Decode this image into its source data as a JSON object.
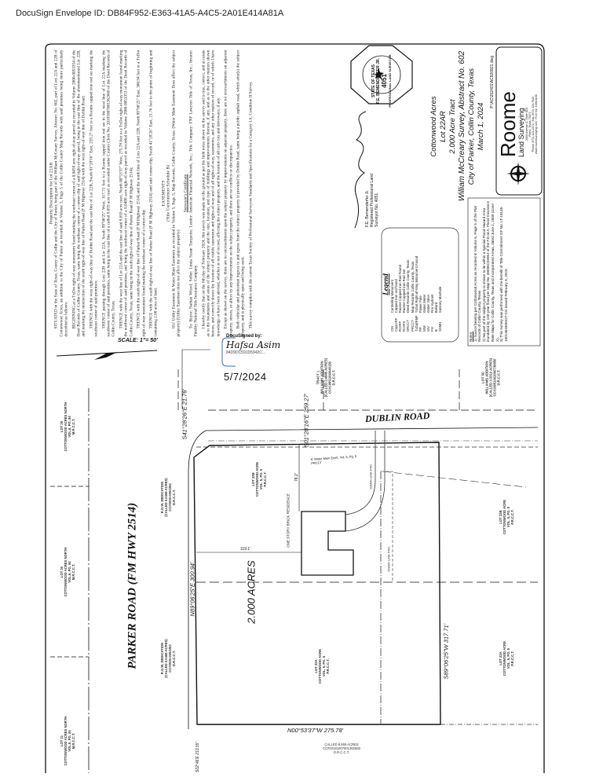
{
  "envelope_header": "DocuSign Envelope ID: DB84F952-E363-41A5-A4C5-2A01E414A81A",
  "description": {
    "heading": "Property Description for Lot 22AR",
    "paragraphs": [
      "SITUATED in the State of Texas, County of Collin and the City of Parker, being part of the William McCreary Survey, Abstract No. 602, part of Lots 22A and 22B of Cottonwood Acres, an addition to the City of Parker as recorded in Volume 5, Page 5 of the Collin County Map Records with said premises being more particularly described as follows:",
      "BEGINNING at a TxDot right-of-way monument found marking the southeast corner of a 0.0458 acre right-of-way parcel as recorded in Volume 2000-0053354 of the Deed Records of Collin County, Texas, same being the southeast corner of a corner-clip of said right-of-way parcel, being in the east line of the aforementioned Lot 22B, and marking the intersection of the south right-of-way line of Parker Road (F M Highway 2514) with the west right-of-way line of Dublin Road;",
      "THENCE with the west right-of-way line of Dublin Road and the east line of Lot 22B, South 01°28'16\" East, 259.27 feet to a Roome capped iron rod set marking the southeast corner of said premises;",
      "THENCE passing through Lots 22B and Lot 22A, South 89°06'25\" West, 317.71 feet to a Roome capped iron rod set in the west line of Lot 22A marking the southwest corner of said premises, same being in the east line of a called 8.659 acre tract as recorded under County Clerk No. 20181007001362660 of the Deed Records of Collin County, Texas;",
      "THENCE with the west line of Lot 22A and the east line of said 8.659 acre tract, North 00°53'37\" West, 275.78 feet to a TxDot right-of-way monument found marking the northwest corner of said premises, and being the southwest corner of a 0.0488 acre right-of-way parcel as recorded in Volume 2000-0053353 of the Deed Records of Collin County, Texas, same being in the south right-of-way line of Parker Road (F M Highway 2514);",
      "THENCE with the south right-of-way line of Parker Road (F M Highway 2514) and the north line of Lots 22A and 22B, North 89°06'25\" East, 300.94 feet to a TxDot right-of-way monument found marking the northeast corner of a corner-clip;",
      "THENCE with the south right-of-way line of Parker Road (F M Highway 2514) and said corner-clip, South 41°28'26\" East, 21.76 feet to the point of beginning and containing 2.00 acres of land."
    ],
    "easements_heading": "EASEMENTS",
    "easements_sub": "(Title Commitment Schedule B)",
    "easements_text": "10.f Utility Easement & Water Main Easement as recorded in Volume 5, Page 5, Map Records, Collin County, Texas. (Water Main Easement Does affect the subject property) (Utility Easement does not affect the subject property)",
    "certificate_heading": "Surveyor's Certificate",
    "certificate_paragraphs": [
      "To: Buyer: Nathan Witzel; Seller: Linda Susan Turquette; Lender: American Financial Network, Inc.; Title Company: FNF Lawyers Title of Texas, Inc.; Insurer: Fidelity National Title Insurance Company.",
      "I hereby certify that on the 6th day of February 2024, this survey was made on the ground as per the field notes shown on the survey and is true, correct, and accurate as to the boundaries and areas of the subject property and the size, location, and type of buildings and improvements thereon, if any, and as to the other matters shown hereon, and correctly shows the location of all visible easements and rights-of-way and of all rights-of-way, easements, and any other matters of record, or of which I have knowledge or have been advised, whether or not of record, affecting the subject property, and the location of all curb cuts and driveways, if any.",
      "Except as shown on the survey, there are no encroachments upon the subject property by improvements on adjacent property, there are no encroachments on adjacent property, streets, or alleys by any improvements on the subject property, and there are no conflicts or discrepancies.",
      "Both vehicular and pedestrian ingress to and egress from the subject property is provided by Dublin Road, same being a public asphalt road, which abut(s) the subject property, and is physically open and being used.",
      "This survey complies with the current Texas Society of Professional Surveyors Standards and Specifications for a Category 1A, Condition II Survey."
    ]
  },
  "surveyor": {
    "name": "F.E. Bemenderfer Jr.",
    "title": "Registered Professional Land",
    "number": "Surveyor No. 4051",
    "seal_top": "STATE OF TEXAS",
    "seal_name": "F.E. BEMENDERFER JR.",
    "seal_number": "4051",
    "seal_bottom": "PROFESSIONAL LAND SURVEYOR"
  },
  "title_block": {
    "lines": [
      "Cottonwood Acres",
      "Lot 22AR",
      "2.000 Acre Tract",
      "William McCreary Survey, Abstract No. 602",
      "City of Parker, Collin County, Texas",
      "March 1, 2024"
    ],
    "file_path": "P:\\AC\\202401\\AC920821.dwg"
  },
  "company": {
    "name": "Roome",
    "tagline": "Land Surveying",
    "address1": "2000 Avenue G, Suite 810",
    "address2": "Plano, Texas 75074",
    "phone": "Phone (972) 423-4372 / Fax (972) 423-7523",
    "web": "www.roomesurveying.com / Firm No. 10013100"
  },
  "notes": {
    "heading": "Notes:",
    "items": [
      "1) Source bearing per Cottonwood Acres as recorded in Volume 5, Page 5 of the Plat Records of Collin County, Texas.",
      "2) No part of the subject property is shown to lie within a Special Flood Hazard Area inundated by 100-year flood per Map No. 48085C0395J of the F.E.M.A. Flood Insurance Rate Maps for Collin County, Texas and Incorporated Areas, dated June 2, 2009 (Zone X).",
      "3) This survey was performed with the benefit of Title Commitment GF No. LT-19135-1901353300427-CG issued February 8, 2024."
    ]
  },
  "legend": {
    "heading": "Legend",
    "items": [
      [
        "CM",
        "Controlling Monument"
      ],
      [
        "CapLIRF",
        "Capped Iron rod found"
      ],
      [
        "RCIRF",
        "Roome Capped Iron Rod Found"
      ],
      [
        "RCIRS",
        "Roome Capped Iron Rod Set"
      ],
      [
        "DRCCT",
        "Deed Records Collin County, Texas"
      ],
      [
        "PRCCT",
        "Map Records Collin County, Texas"
      ],
      [
        "TxDotRMF",
        "TxDot Right-of-Way Monument Found"
      ],
      [
        "PP",
        "Power Pole"
      ],
      [
        "WM",
        "Water Meter"
      ],
      [
        "WV",
        "Water Valve"
      ],
      [
        "FH",
        "Fire Hydrant"
      ],
      [
        "B",
        "Bollard"
      ],
      [
        "SSMH",
        "Sanitary Manhole"
      ]
    ]
  },
  "scale": "SCALE: 1\"= 50'",
  "docusign": {
    "label": "DocuSigned by:",
    "signer": "Hafsa Asim",
    "id": "84D9DC591D5942C...",
    "date": "5/7/2024"
  },
  "plat": {
    "parker_road": "PARKER ROAD (FM HWY 2514)",
    "dublin_road": "DUBLIN ROAD",
    "acreage": "2.000 ACRES",
    "bearing_north": "N89°06'25\"E  300.94'",
    "bearing_east": "S01°28'16\"E  259.27'",
    "bearing_south": "S89°06'25\"W  317.71'",
    "bearing_west": "N00°53'37\"W  275.78'",
    "bearing_clip": "S41°28'26\"E  21.76'",
    "bearing_sw": "S02°46'E  210.55'",
    "residence": "ONE STORY BRICK RESIDENCE",
    "dim_119": "119.1'",
    "dim_78": "78.2'",
    "water_main": "5' Water Main Esmt. Vol. 5, Pg. 5 PRCCT",
    "chain_fence": "CHAIN LINK FNC.",
    "called_tract": [
      "CALLED 8.659 ACRES",
      "CC#20181007001362660",
      "D.R.C.C.T."
    ],
    "lots_left": [
      [
        "LOT 29",
        "COTTONWOOD ACRES NORTH",
        "VOL.6, PG. 84",
        "M.R.C.C.T."
      ],
      [
        "LOT 30",
        "COTTONWOOD ACRES NORTH",
        "VOL.6, PG. 84",
        "M.R.C.C.T."
      ],
      [
        "LOT 31",
        "COTTONWOOD ACRES NORTH",
        "VOL.6, PG. 84",
        "M.R.C.C.T."
      ]
    ],
    "lot_22b_inner": [
      "LOT 22B",
      "COTTONWOOD ACRE",
      "VOL. 5, PG. 5",
      "P.R.C.C.T."
    ],
    "lot_22a_inner": [
      "LOT 22A",
      "COTTONWOOD ACRE",
      "VOL. 5, PG. 5",
      "P.R.C.C.T."
    ],
    "lot_22b_right": [
      "LOT 22B",
      "COTTONWOOD ACRE",
      "VOL. 5, PG. 5",
      "P.R.C.C.T."
    ],
    "lot_22a_right": [
      "LOT 22A",
      "COTTONWOOD ACRE",
      "VOL. 5, PG. 5",
      "P.R.C.C.T."
    ],
    "row_upper": [
      "R.O.W. DEDICATION",
      "(CALLED 0.0458 ACRES)",
      "CC#2000-0053354",
      "D.R.C.C.T."
    ],
    "row_lower": [
      "R.O.W. DEDICATION",
      "(CALLED 0.0488 ACRES)",
      "CC#2000-0053353",
      "D.R.C.C.T."
    ],
    "tract1": [
      "TRACT 1",
      "WILLIAMS ADDITION",
      "(CALLED 2.4849 ACRES)",
      "CC#19951000040150",
      "D.R.C.C.T."
    ],
    "lot5c": [
      "LOT 5C",
      "WILLIAMS ADDITION",
      "(CALLED 3.3310 ACRES)",
      "CC#19951002000730650",
      "D.R.C.C.T."
    ]
  }
}
